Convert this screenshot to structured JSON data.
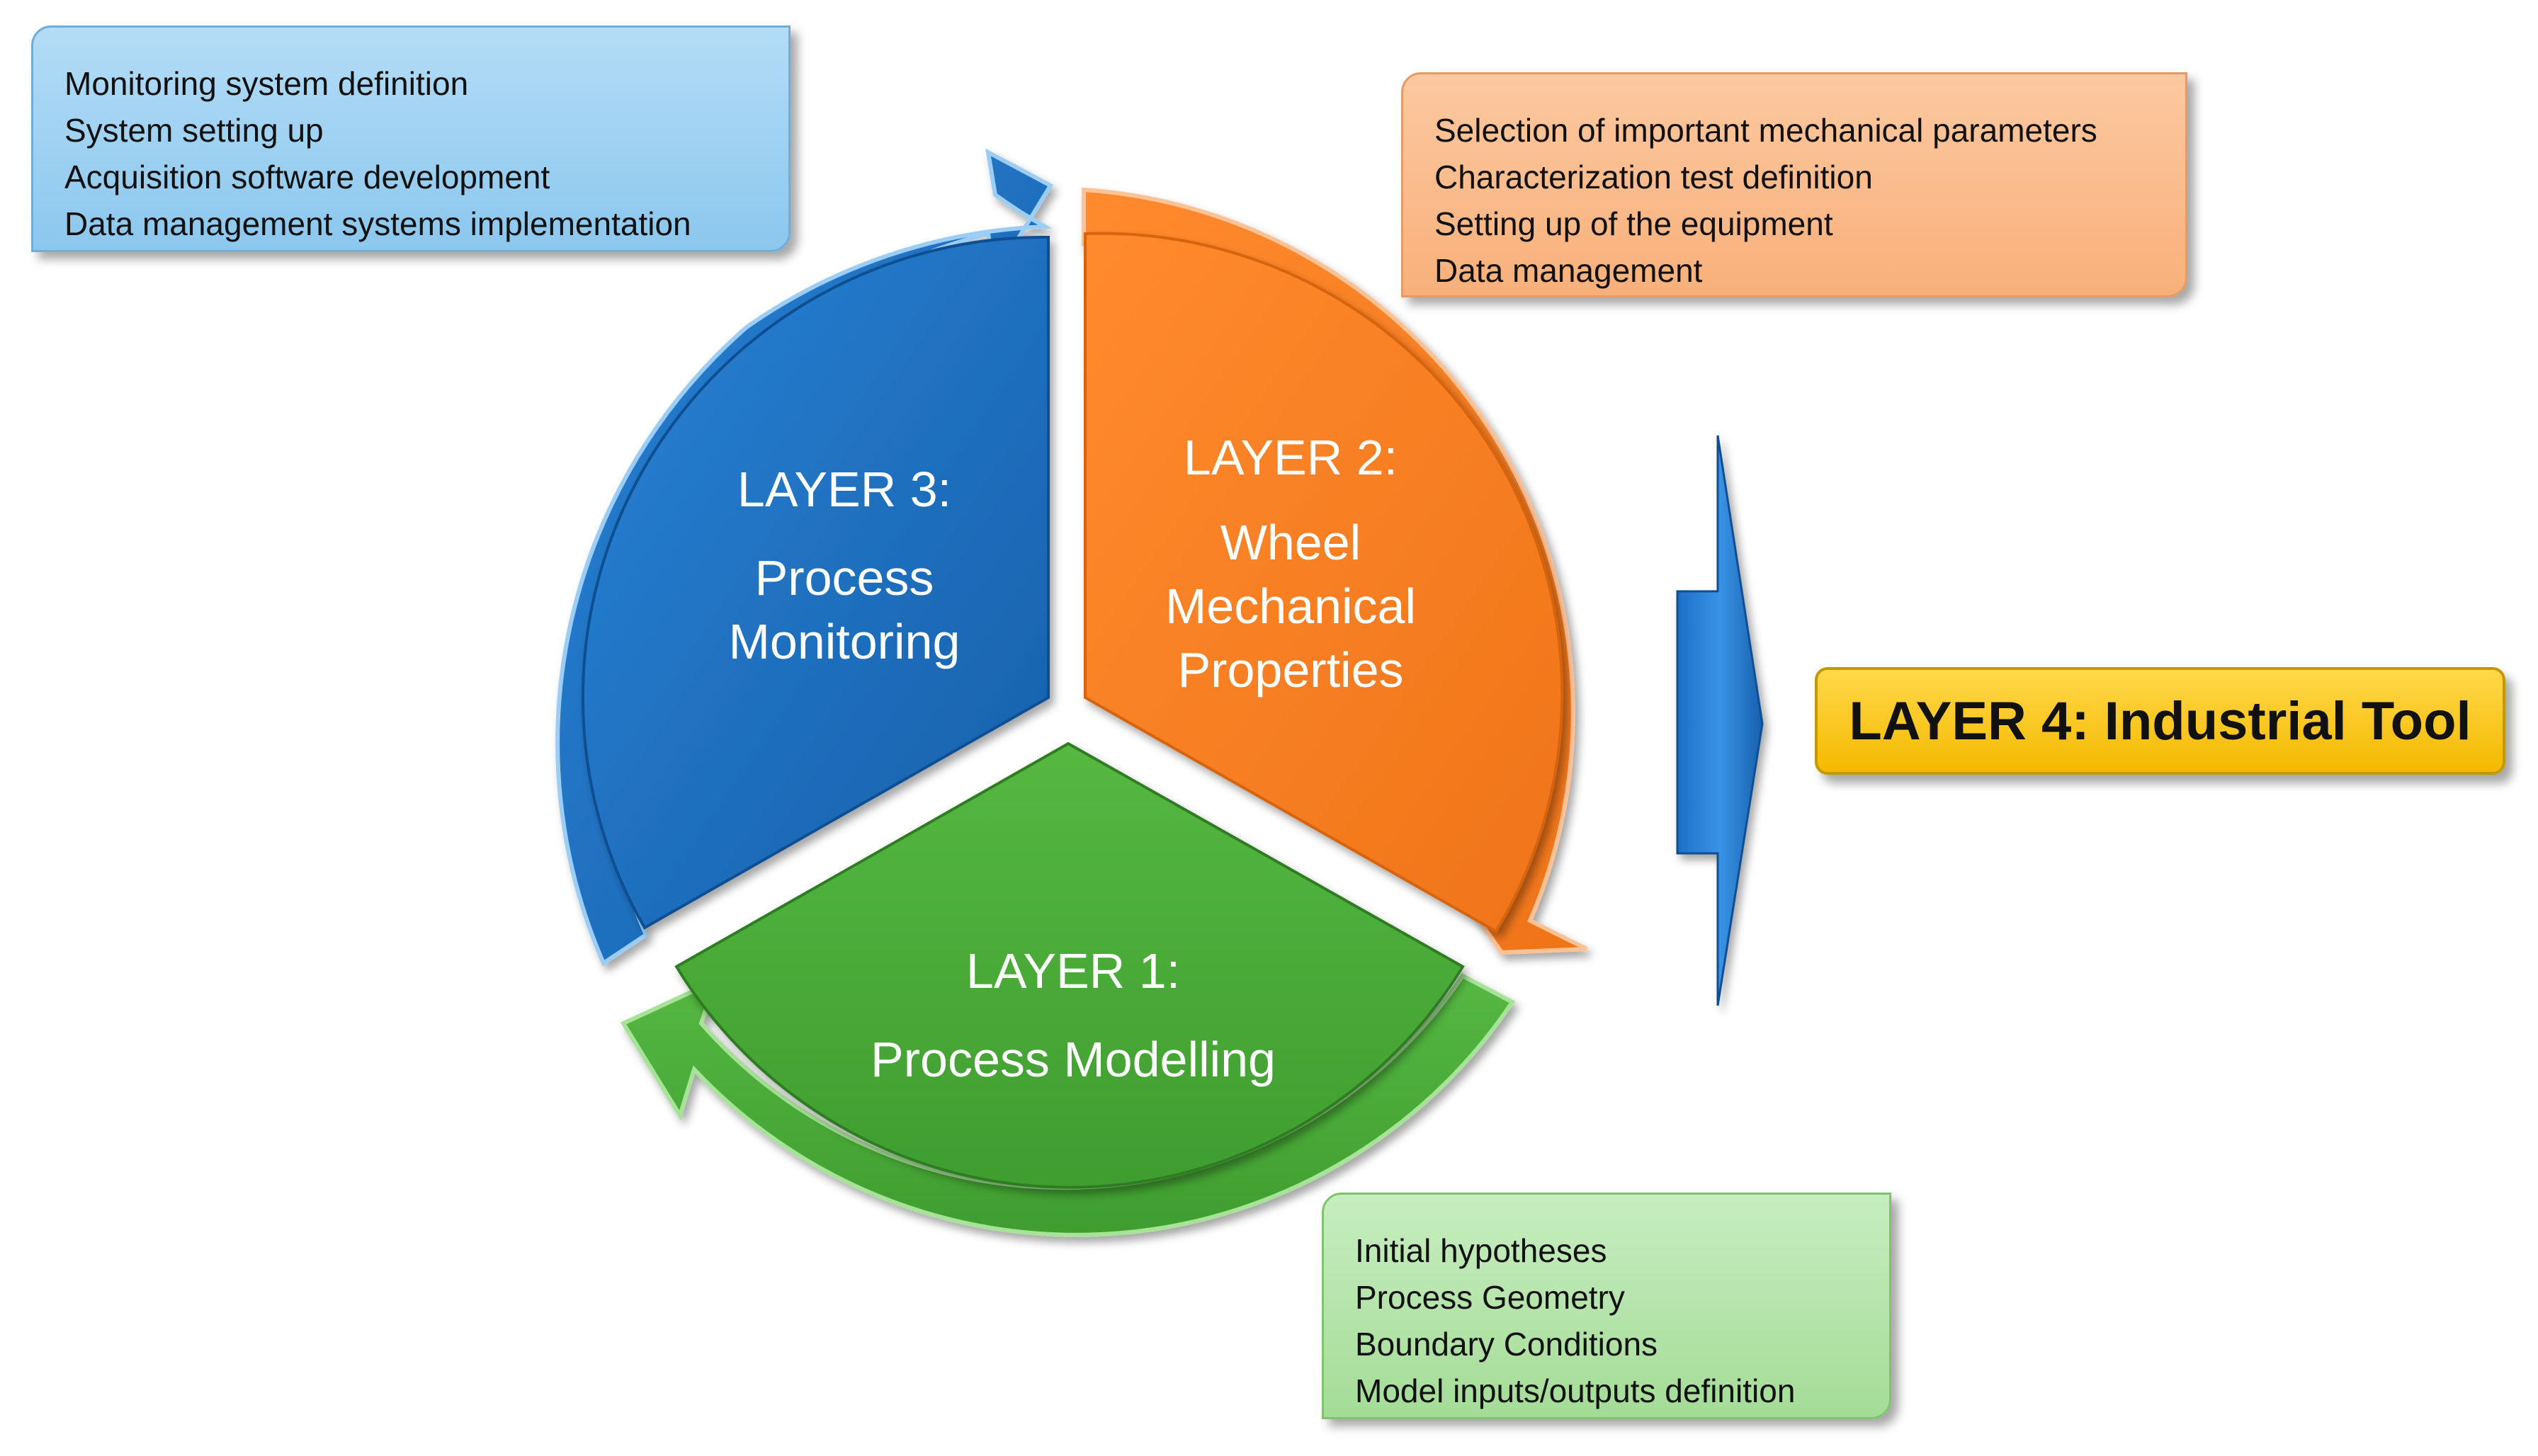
{
  "layers": {
    "layer1": {
      "title": "LAYER 1:",
      "line1": "Process Modelling"
    },
    "layer2": {
      "title": "LAYER 2:",
      "line1": "Wheel",
      "line2": "Mechanical",
      "line3": "Properties"
    },
    "layer3": {
      "title": "LAYER 3:",
      "line1": "Process",
      "line2": "Monitoring"
    },
    "layer4": {
      "label": "LAYER 4: Industrial Tool"
    }
  },
  "notes": {
    "monitoring": [
      "Monitoring system definition",
      "System setting up",
      "Acquisition software development",
      "Data management systems implementation"
    ],
    "mechanical": [
      "Selection of important mechanical parameters",
      "Characterization test definition",
      "Setting up of the equipment",
      "Data management"
    ],
    "modelling": [
      "Initial hypotheses",
      "Process Geometry",
      "Boundary Conditions",
      "Model inputs/outputs definition"
    ]
  },
  "colors": {
    "blue": "#1a6fc4",
    "orange": "#f5822a",
    "green": "#4cad3a",
    "yellow": "#f4b900"
  }
}
